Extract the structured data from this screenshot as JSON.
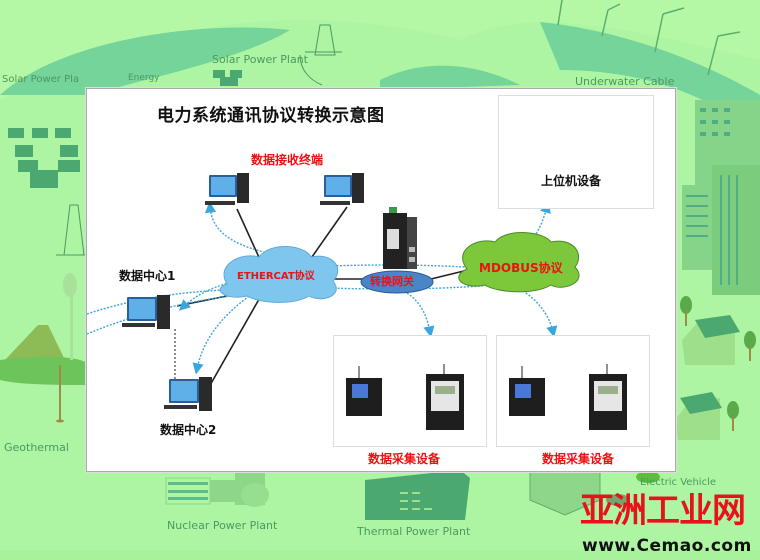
{
  "background": {
    "labels": {
      "solar_top": "Solar Power Plant",
      "solar_left": "Solar Power Pla",
      "energy": "Energy",
      "underwater": "Underwater Cable",
      "geothermal": "Geothermal",
      "nuclear": "Nuclear Power Plant",
      "thermal": "Thermal Power Plant",
      "electric_vehicle": "Electric Vehicle"
    },
    "colors": {
      "light": "#adf5a3",
      "mid": "#a2ee90",
      "teal": "#74d49a",
      "dark": "#4a9a60"
    }
  },
  "diagram": {
    "title": "电力系统通讯协议转换示意图",
    "receiving_terminal_label": "数据接收终端",
    "ethercat_label": "ETHERCAT协议",
    "modbus_label": "MDOBUS协议",
    "gateway_label": "转换网关",
    "host_label": "上位机设备",
    "datacenter1_label": "数据中心1",
    "datacenter2_label": "数据中心2",
    "collector1_label": "数据采集设备",
    "collector2_label": "数据采集设备",
    "colors": {
      "red": "#ee1111",
      "arrow": "#3aa6de",
      "cloud_blue": "#7fc6ee",
      "cloud_green": "#7cc83a"
    }
  },
  "watermark": {
    "name": "亚洲工业网",
    "url": "www.Cemao.com"
  }
}
